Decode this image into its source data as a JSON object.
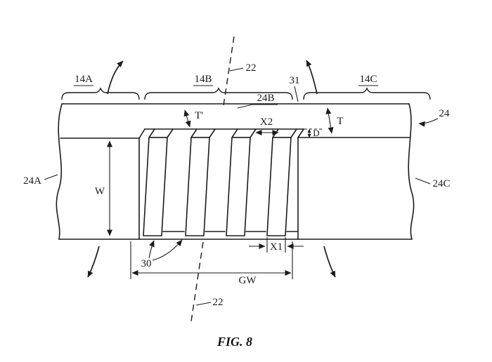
{
  "figure": {
    "caption": "FIG. 8",
    "labels": {
      "section_left": "14A",
      "section_middle": "14B",
      "section_right": "14C",
      "bend_axis_top": "22",
      "bend_axis_bottom": "22",
      "junction": "31",
      "band": "24",
      "band_left_portion": "24A",
      "band_top_surface": "24B",
      "band_right_portion": "24C",
      "ribs": "30"
    },
    "dims": {
      "width": "W",
      "thickness_full": "T",
      "thickness_reduced": "T'",
      "depth": "D",
      "rib_width_bottom": "X1",
      "groove_width_top": "X2",
      "groove_region_width": "GW"
    },
    "colors": {
      "line": "#1b1b1b",
      "background": "#ffffff"
    }
  }
}
